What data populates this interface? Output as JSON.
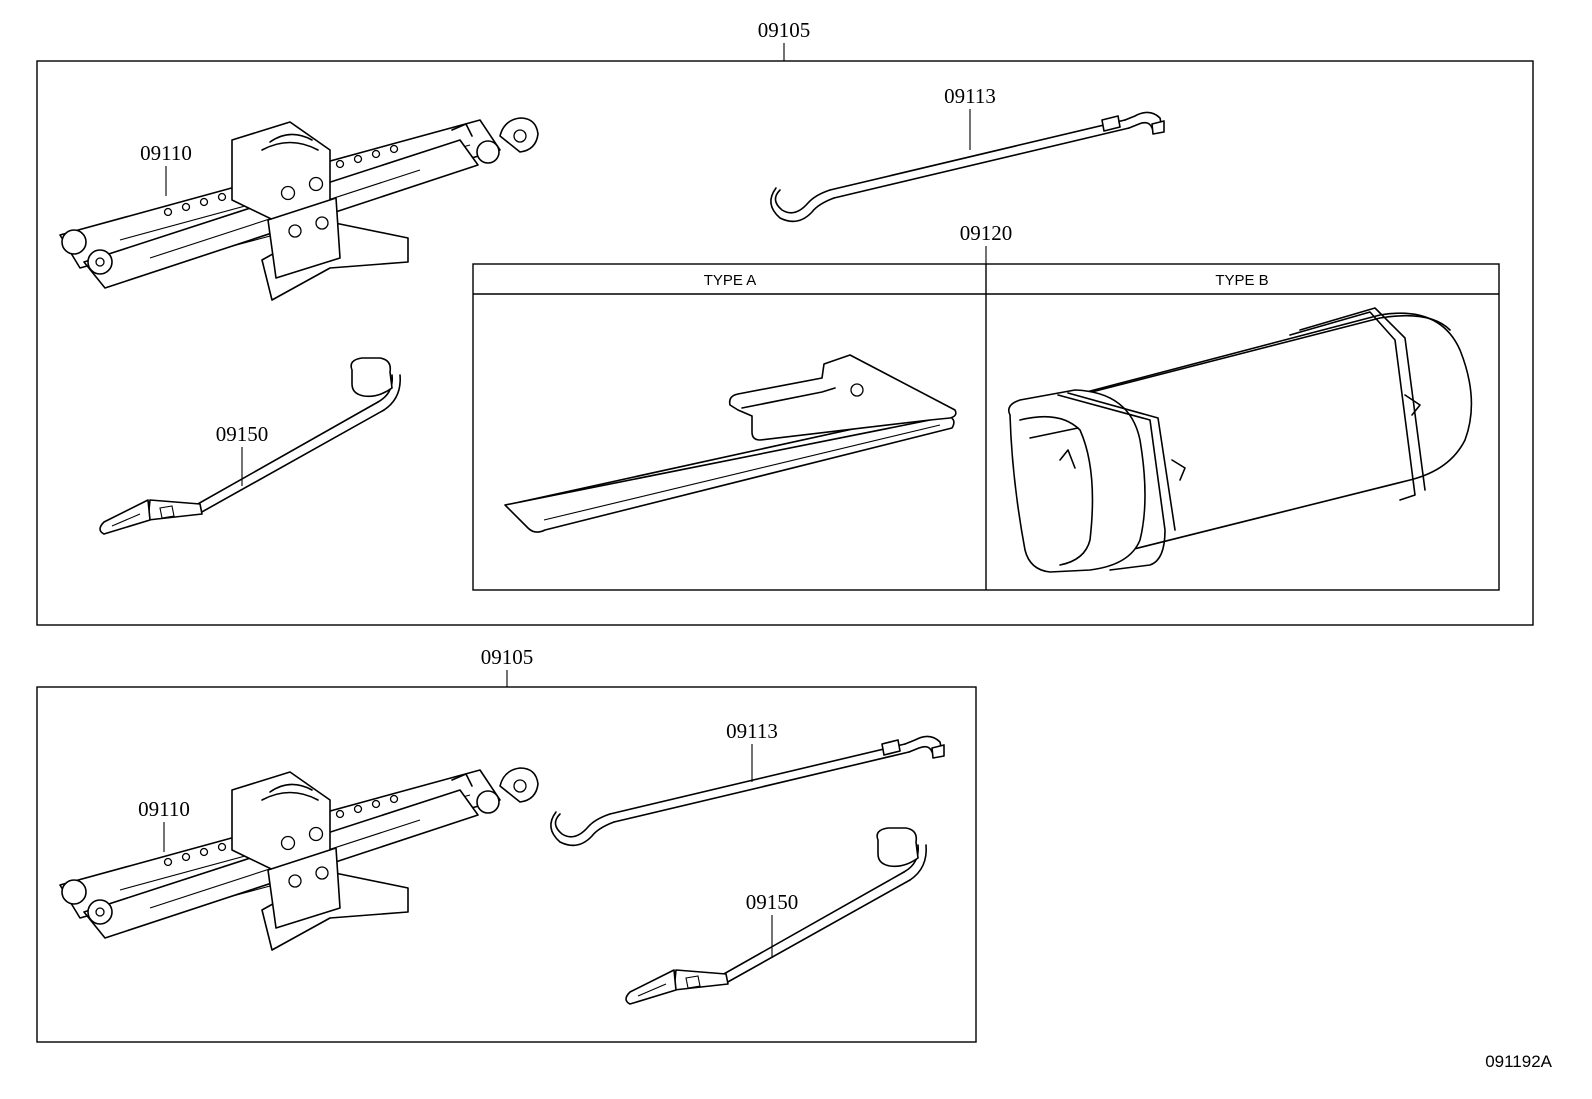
{
  "diagram_id": "091192A",
  "upper_group": {
    "label": "09105",
    "jack": "09110",
    "hook": "09113",
    "wrench": "09150",
    "bag": {
      "label": "09120",
      "type_a": "TYPE A",
      "type_b": "TYPE B"
    }
  },
  "lower_group": {
    "label": "09105",
    "jack": "09110",
    "hook": "09113",
    "wrench": "09150"
  }
}
